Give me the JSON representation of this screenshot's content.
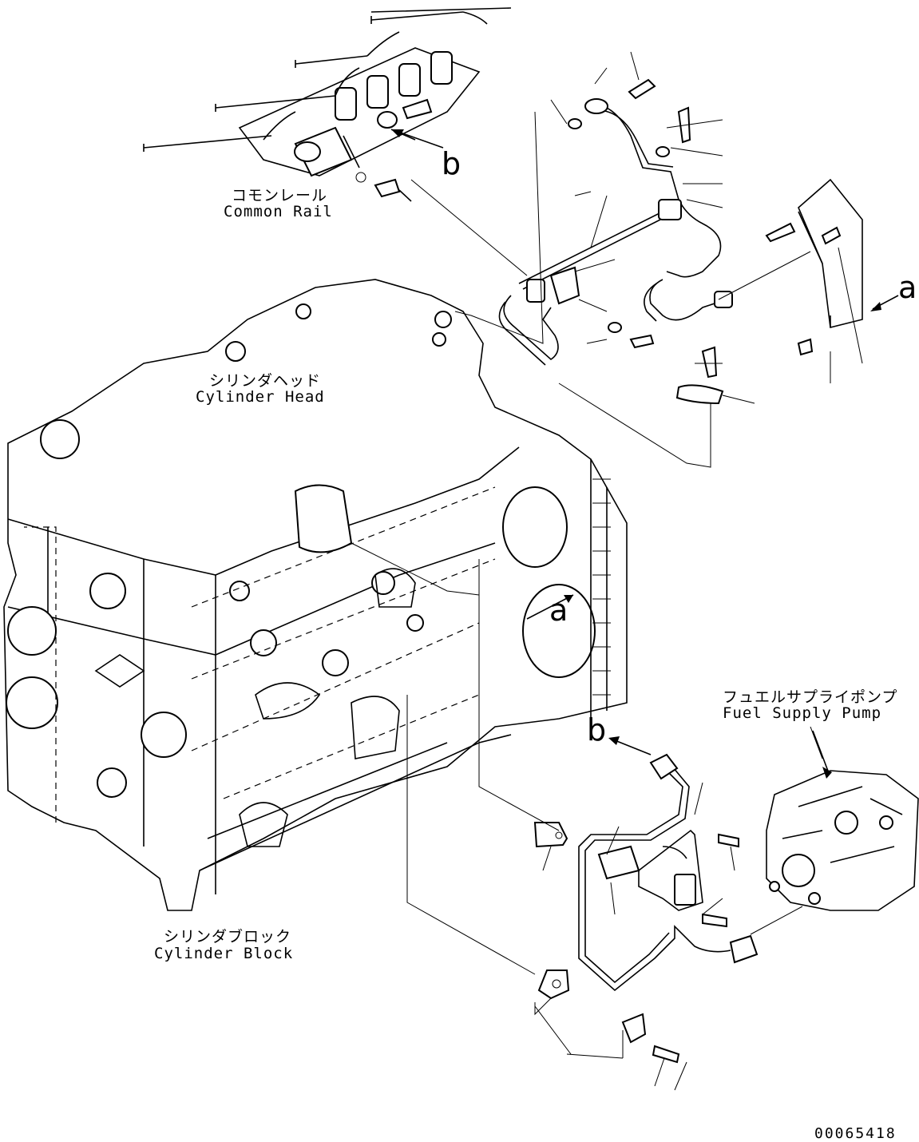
{
  "labels": {
    "common_rail_jp": "コモンレール",
    "common_rail_en": "Common Rail",
    "cylinder_head_jp": "シリンダヘッド",
    "cylinder_head_en": "Cylinder Head",
    "cylinder_block_jp": "シリンダブロック",
    "cylinder_block_en": "Cylinder Block",
    "fuel_pump_jp": "フュエルサプライポンプ",
    "fuel_pump_en": "Fuel Supply Pump"
  },
  "markers": {
    "a_top": "a",
    "a_block": "a",
    "b_top": "b",
    "b_lower": "b"
  },
  "drawing_number": "00065418"
}
